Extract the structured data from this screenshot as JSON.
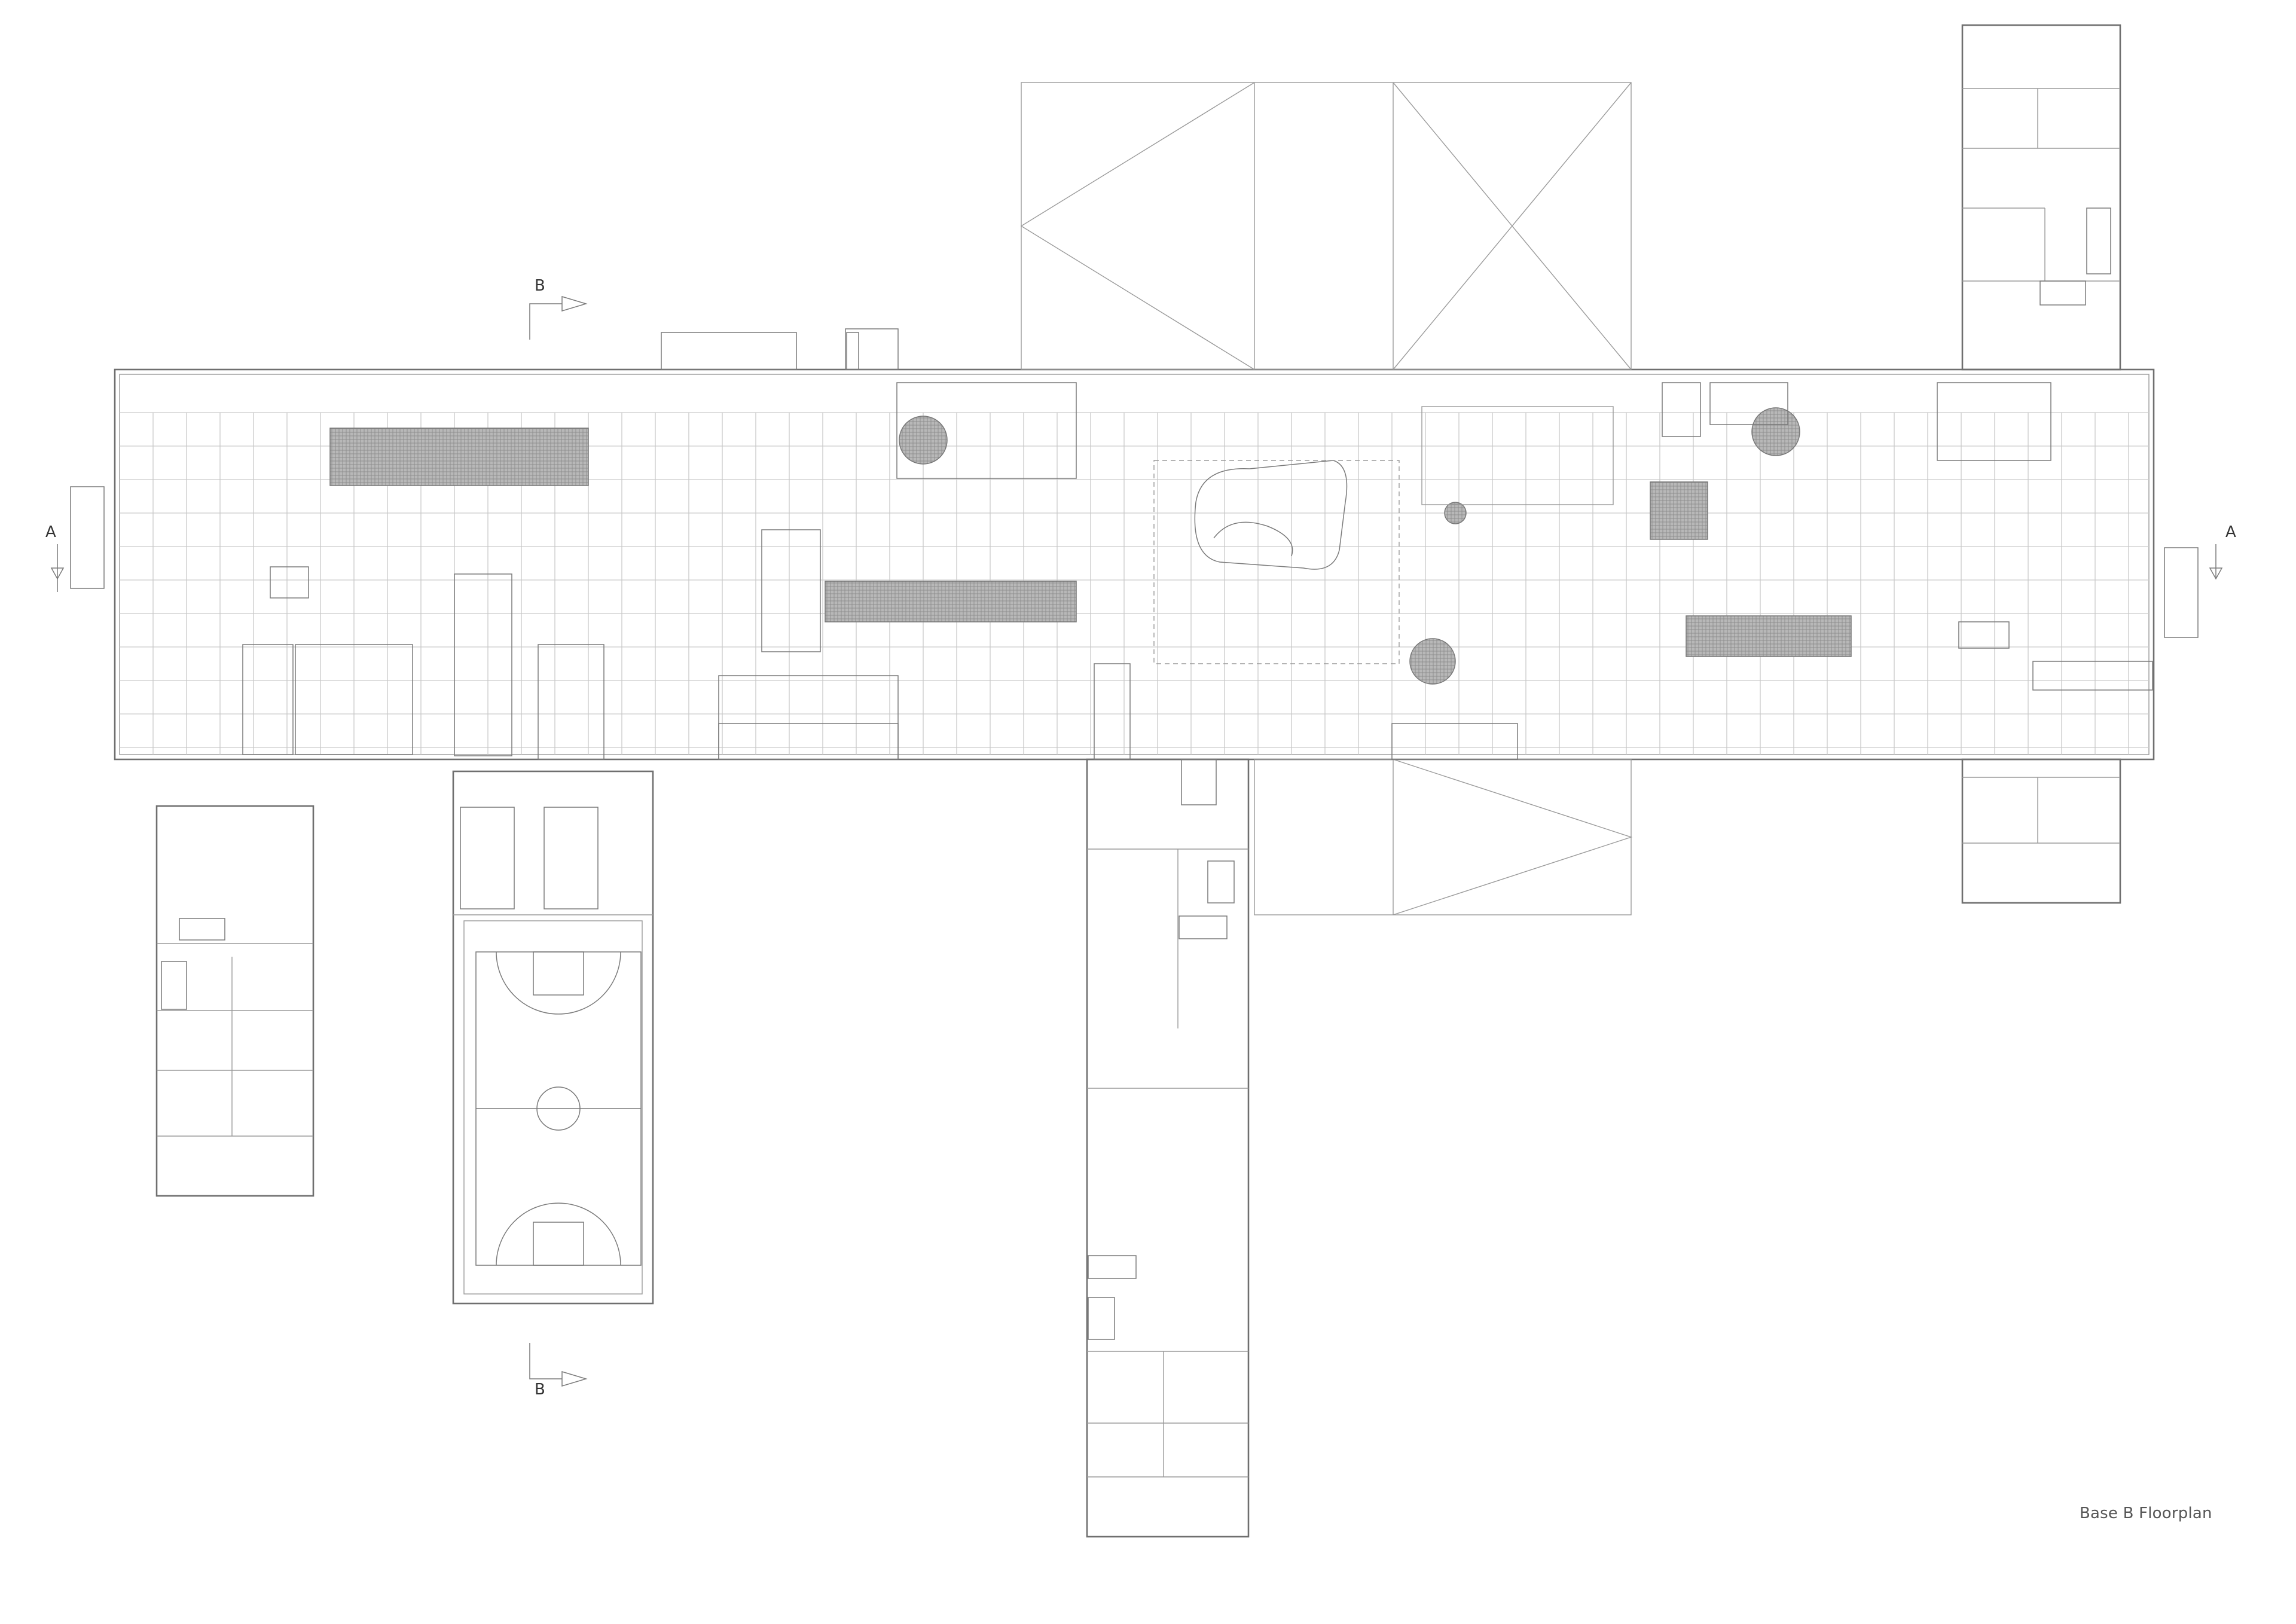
{
  "drawing": {
    "title": "Base B Floorplan",
    "section_markers": [
      {
        "id": "A-left",
        "label": "A"
      },
      {
        "id": "A-right",
        "label": "A"
      },
      {
        "id": "B-top",
        "label": "B"
      },
      {
        "id": "B-bottom",
        "label": "B"
      }
    ]
  },
  "colors": {
    "line": "#6f6f6f",
    "grid": "#c9c9c9",
    "hatch": "#888888",
    "background": "#ffffff",
    "caption": "#555555"
  }
}
